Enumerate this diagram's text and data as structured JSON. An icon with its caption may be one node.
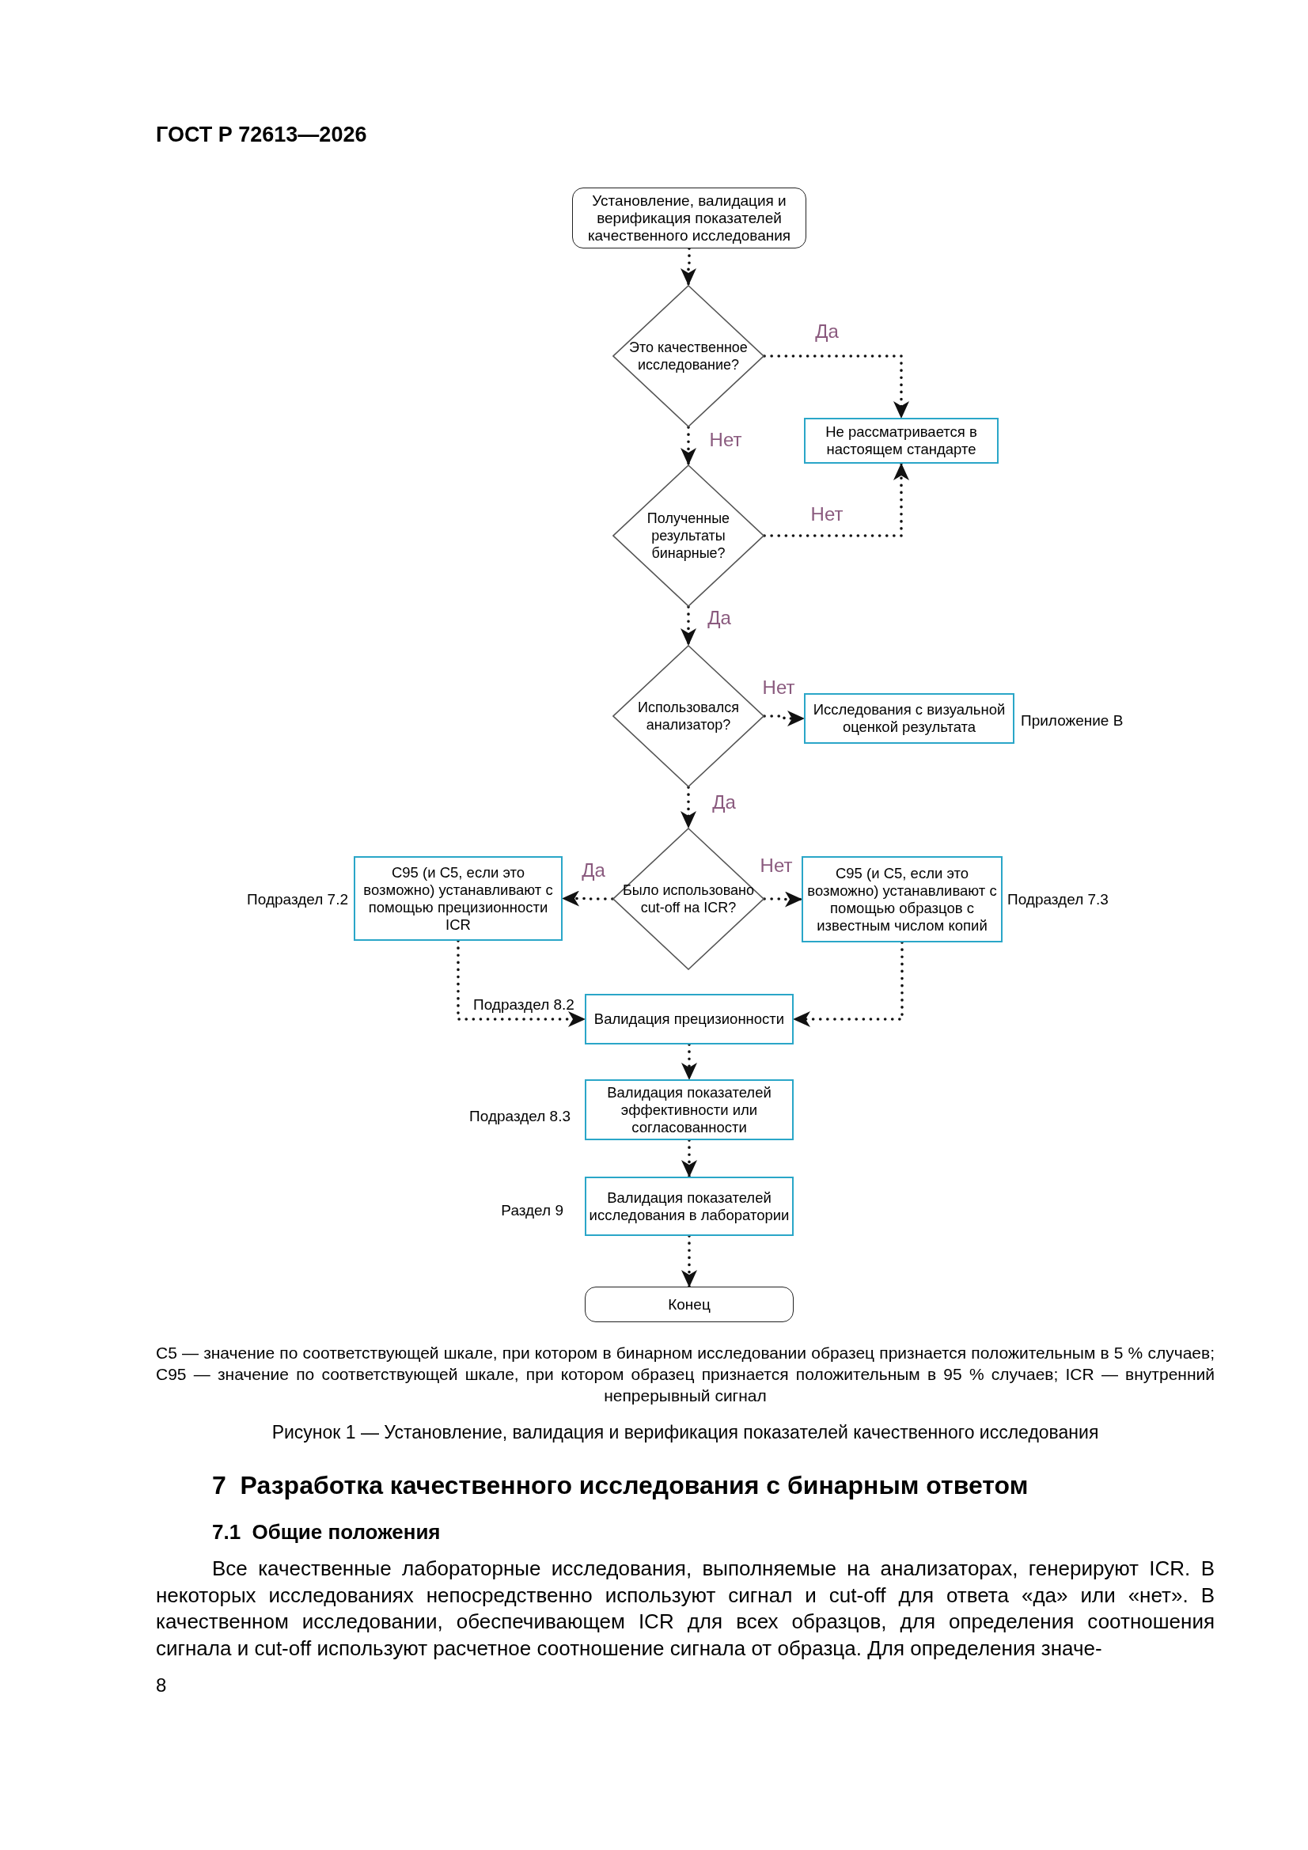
{
  "diagram": {
    "caption": "Рисунок 1 — Установление, валидация и верификация показателей качественного исследования",
    "nodes": [
      {
        "text": [
          "Установление, валидация и верификация показателей качественного исследования"
        ]
      },
      {
        "text": [
          "Это качественное исследование?"
        ]
      },
      {
        "text": [
          "Не рассматривается в настоящем стандарте"
        ]
      },
      {
        "text": [
          "Полученные результаты бинарные?"
        ]
      },
      {
        "text": [
          "Использовался анализатор?"
        ]
      },
      {
        "text": [
          "Исследования с визуальной оценкой результата"
        ],
        "beside": [
          "Приложение В"
        ]
      },
      {
        "text": [
          "Было использовано cut-off на ICR?"
        ]
      },
      {
        "text": [
          "C95 (и C5, если это возможно) устанавливают с помощью прецизионности ICR"
        ],
        "beside": [
          "Подраздел 7.2"
        ]
      },
      {
        "text": [
          "C95 (и C5, если это возможно) устанавливают с помощью образцов с известным числом копий"
        ],
        "beside": [
          "Подраздел 7.3"
        ]
      },
      {
        "text": [
          "Валидация прецизионности"
        ],
        "beside": [
          "Подраздел 8.2"
        ]
      },
      {
        "text": [
          "Валидация показателей эффективности или согласованности"
        ],
        "beside": [
          "Подраздел 8.3"
        ]
      },
      {
        "text": [
          "Валидация показателей исследования в лаборатории"
        ],
        "beside": [
          "Раздел 9"
        ]
      },
      {
        "text": [
          "Конец"
        ]
      }
    ],
    "edges": [
      {
        "from": 0,
        "to": 1,
        "arrow": "to"
      },
      {
        "from": 1,
        "to": 2,
        "arrow": "to",
        "label": "Да"
      },
      {
        "from": 1,
        "to": 3,
        "arrow": "to",
        "label": "Нет"
      },
      {
        "from": 3,
        "to": 2,
        "arrow": "to",
        "label": "Нет"
      },
      {
        "from": 3,
        "to": 4,
        "arrow": "to",
        "label": "Да"
      },
      {
        "from": 4,
        "to": 5,
        "arrow": "to",
        "label": "Нет"
      },
      {
        "from": 4,
        "to": 6,
        "arrow": "to",
        "label": "Да"
      },
      {
        "from": 6,
        "to": 7,
        "arrow": "to",
        "label": "Да"
      },
      {
        "from": 6,
        "to": 8,
        "arrow": "to",
        "label": "Нет"
      },
      {
        "from": 7,
        "to": 9,
        "arrow": "to"
      },
      {
        "from": 8,
        "to": 9,
        "arrow": "to"
      },
      {
        "from": 9,
        "to": 10,
        "arrow": "to"
      },
      {
        "from": 10,
        "to": 11,
        "arrow": "to"
      },
      {
        "from": 11,
        "to": 12,
        "arrow": "to"
      }
    ],
    "labels": [
      "ГОСТ Р 72613—2026",
      "C5 — значение по соответствующей шкале, при котором в бинарном исследовании образец признается положительным в 5 % случаев; C95 — значение по соответствующей шкале, при котором образец признается положительным в 95 % случаев; ICR — внутренний непрерывный сигнал",
      "7  Разработка качественного исследования с бинарным ответом",
      "7.1  Общие положения",
      "Все качественные лабораторные исследования, выполняемые на анализаторах, генерируют ICR. В некоторых исследованиях непосредственно используют сигнал и cut-off для ответа «да» или «нет». В качественном исследовании, обеспечивающем ICR для всех образцов, для определения соотношения сигнала и cut-off используют расчетное соотношение сигнала от образца. Для определения значе-",
      "8"
    ]
  }
}
